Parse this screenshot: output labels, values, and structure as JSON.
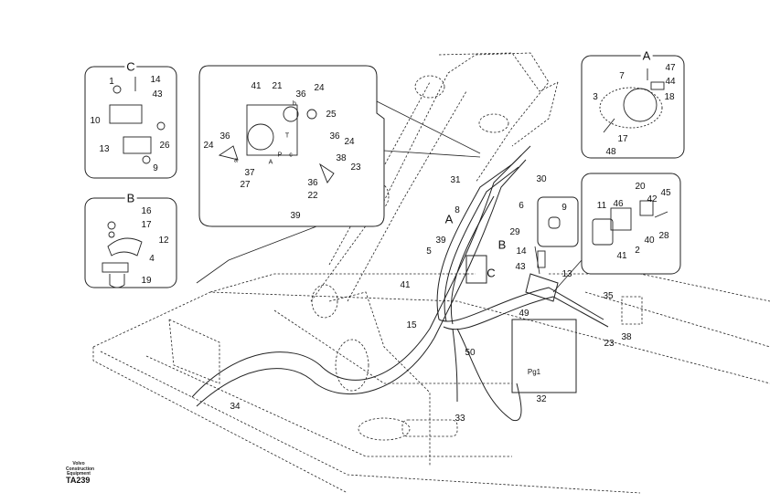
{
  "insets": {
    "C": {
      "title": "C",
      "labels": [
        "1",
        "14",
        "43",
        "10",
        "26",
        "13",
        "9"
      ]
    },
    "B": {
      "title": "B",
      "labels": [
        "16",
        "17",
        "12",
        "4",
        "19"
      ]
    },
    "valve": {
      "labels": [
        "41",
        "21",
        "36",
        "24",
        "25",
        "36",
        "24",
        "38",
        "23",
        "24",
        "36",
        "37",
        "36",
        "27",
        "22",
        "39"
      ],
      "port_marks": [
        "a",
        "b",
        "A",
        "P",
        "T",
        "c"
      ]
    },
    "A": {
      "title": "A",
      "labels": [
        "47",
        "44",
        "18",
        "7",
        "3",
        "17",
        "48"
      ]
    },
    "block": {
      "labels": [
        "20",
        "45",
        "42",
        "11",
        "46",
        "28",
        "40",
        "2",
        "41"
      ]
    },
    "bushing": {
      "labels": [
        "9"
      ]
    }
  },
  "main": {
    "labels": [
      "31",
      "30",
      "6",
      "8",
      "29",
      "39",
      "5",
      "14",
      "43",
      "13",
      "41",
      "35",
      "49",
      "15",
      "23",
      "38",
      "50",
      "32",
      "33",
      "34"
    ],
    "section_markers": [
      "A",
      "B",
      "C"
    ],
    "pilot_port": "Pg1"
  },
  "footer": {
    "company": "Volvo Construction Equipment",
    "code": "TA239"
  }
}
